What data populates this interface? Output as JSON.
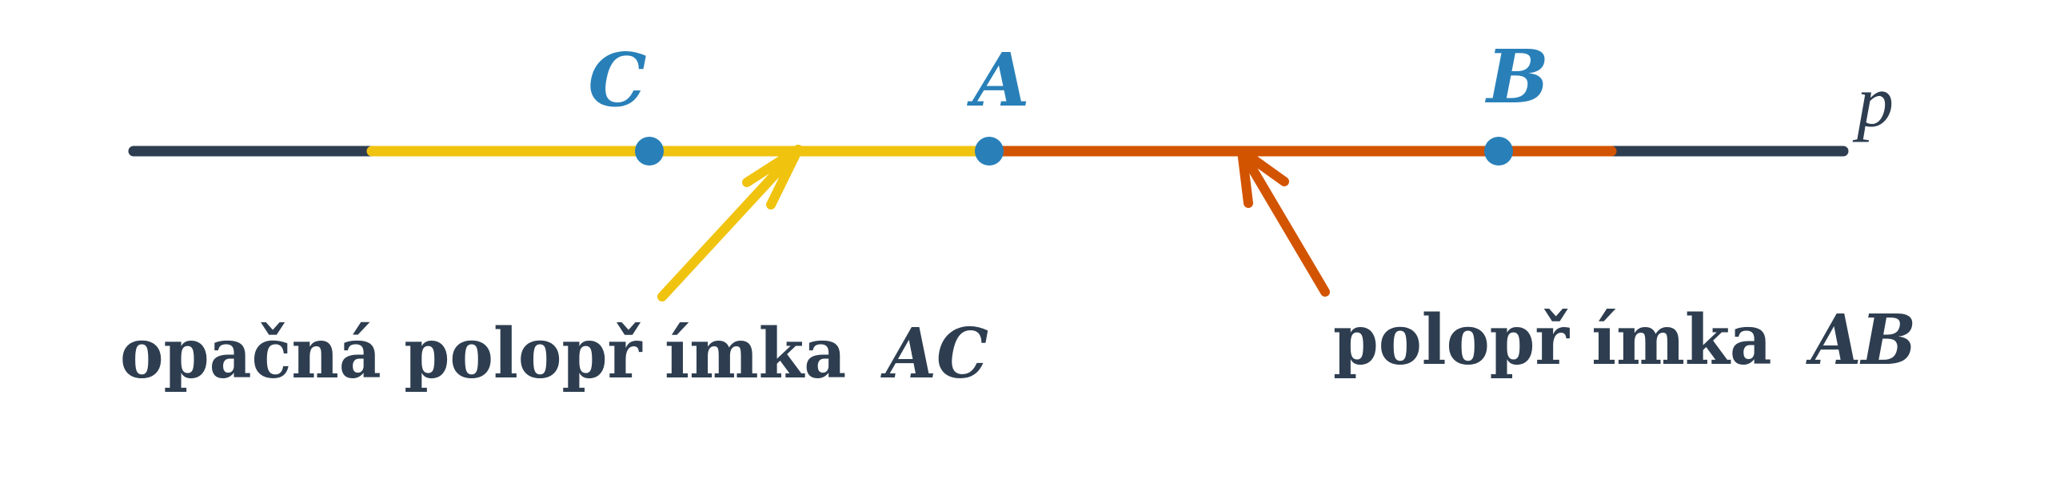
{
  "colors": {
    "line": "#2e3e50",
    "opposite_ray": "#f0c30f",
    "ray": "#d35400",
    "points": "#2980b9",
    "text": "#2e3e50"
  },
  "line": {
    "label": "p"
  },
  "points": [
    {
      "name": "C",
      "label": "C"
    },
    {
      "name": "A",
      "label": "A"
    },
    {
      "name": "B",
      "label": "B"
    }
  ],
  "captions": {
    "opposite_ray": {
      "text": "opačná polopř ímka",
      "math": "AC"
    },
    "ray": {
      "text": "polopř ímka",
      "math": "AB"
    }
  }
}
